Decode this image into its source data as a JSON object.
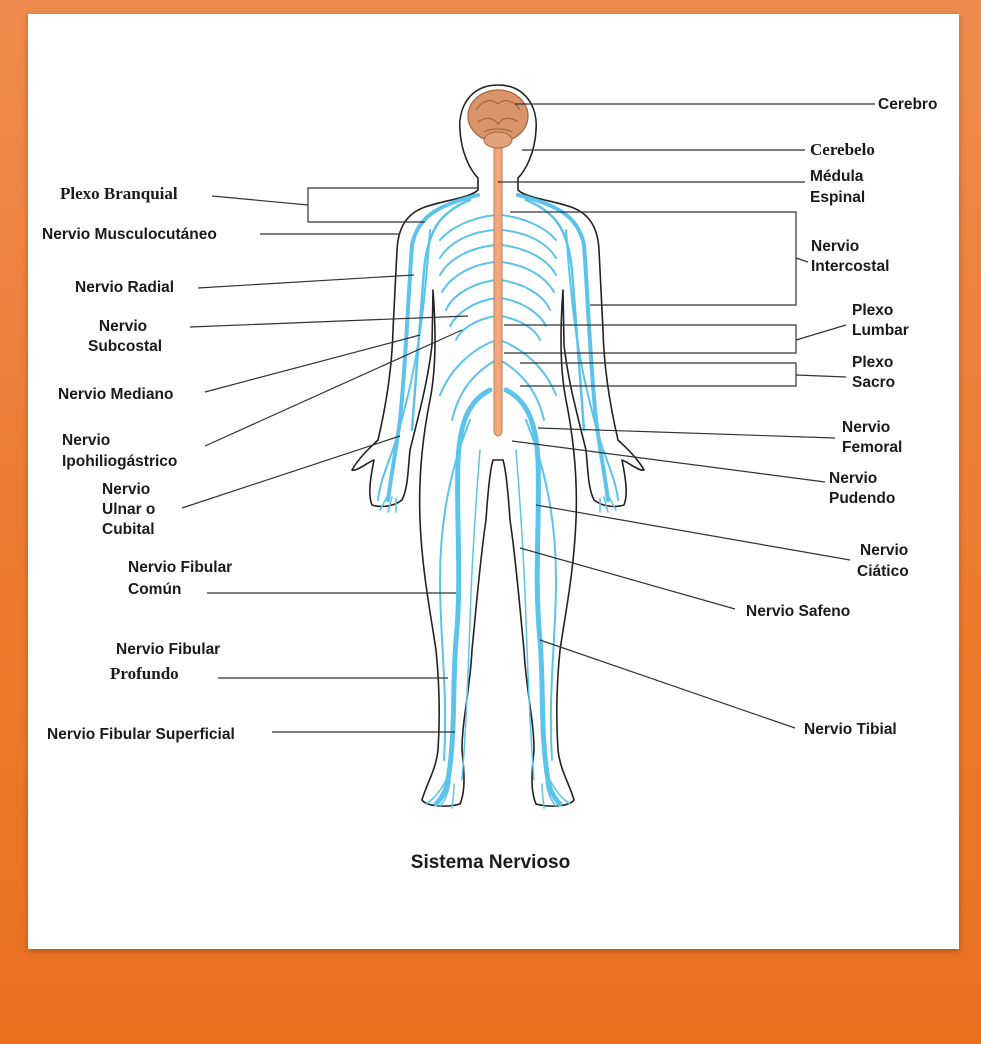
{
  "title": "Sistema Nervioso",
  "labels": {
    "cerebro": "Cerebro",
    "cerebelo": "Cerebelo",
    "medula_1": "Médula",
    "medula_2": "Espinal",
    "plexo_branquial": "Plexo Branquial",
    "musculocutaneo": "Nervio Musculocutáneo",
    "intercostal_1": "Nervio",
    "intercostal_2": "Intercostal",
    "radial": "Nervio Radial",
    "subcostal_1": "Nervio",
    "subcostal_2": "Subcostal",
    "lumbar_1": "Plexo",
    "lumbar_2": "Lumbar",
    "sacro_1": "Plexo",
    "sacro_2": "Sacro",
    "mediano": "Nervio Mediano",
    "ipohilio_1": "Nervio",
    "ipohilio_2": "Ipohiliogástrico",
    "femoral_1": "Nervio",
    "femoral_2": "Femoral",
    "pudendo_1": "Nervio",
    "pudendo_2": "Pudendo",
    "ulnar_1": "Nervio",
    "ulnar_2": "Ulnar o",
    "ulnar_3": "Cubital",
    "ciatico_1": "Nervio",
    "ciatico_2": "Ciático",
    "fibular_comun_1": "Nervio Fibular",
    "fibular_comun_2": "Común",
    "safeno": "Nervio Safeno",
    "fibular_profundo_1": "Nervio Fibular",
    "fibular_profundo_2": "Profundo",
    "tibial": "Nervio Tibial",
    "fibular_superficial": "Nervio Fibular Superficial"
  },
  "colors": {
    "nerve": "#5cc3ea",
    "spinal_cord": "#f3a77a",
    "brain": "#d9946a",
    "frame": "#ec7a2c"
  }
}
